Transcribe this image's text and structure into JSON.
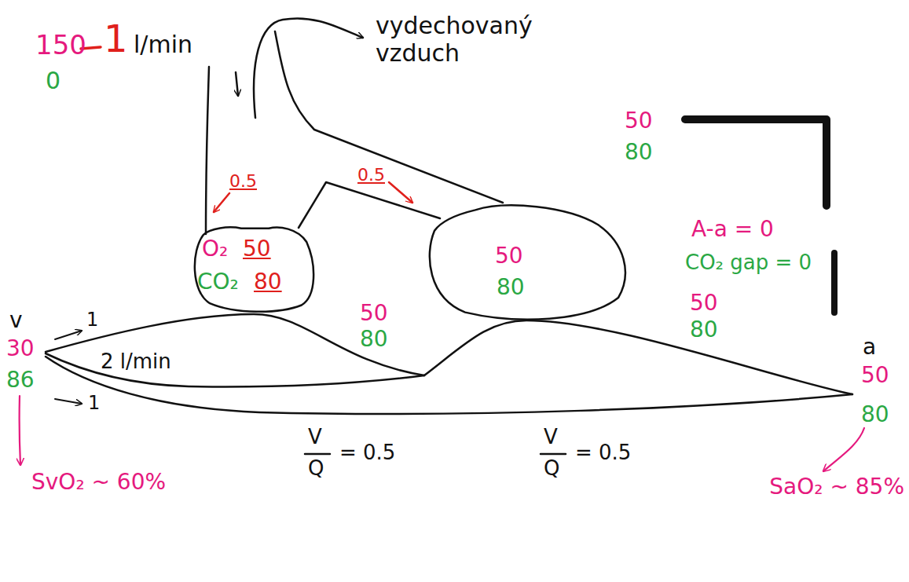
{
  "diagram": {
    "nodes": [
      {
        "text": [
          "O₂",
          "50",
          "CO₂",
          "80"
        ]
      },
      {
        "text": [
          "50",
          "80"
        ]
      }
    ],
    "labels": [
      "150",
      "0",
      "1",
      "l/min",
      "vydechovaný vzduch",
      "0.5",
      "0.5",
      "50",
      "80",
      "A-a = 0",
      "CO₂ gap = 0",
      "v",
      "30",
      "86",
      "1",
      "1",
      "2 l/min",
      "50",
      "80",
      "50",
      "80",
      "a",
      "50",
      "80",
      "V",
      "Q",
      "= 0.5",
      "V",
      "Q",
      "= 0.5",
      "SvO₂ ~ 60%",
      "SaO₂ ~ 85%"
    ]
  }
}
